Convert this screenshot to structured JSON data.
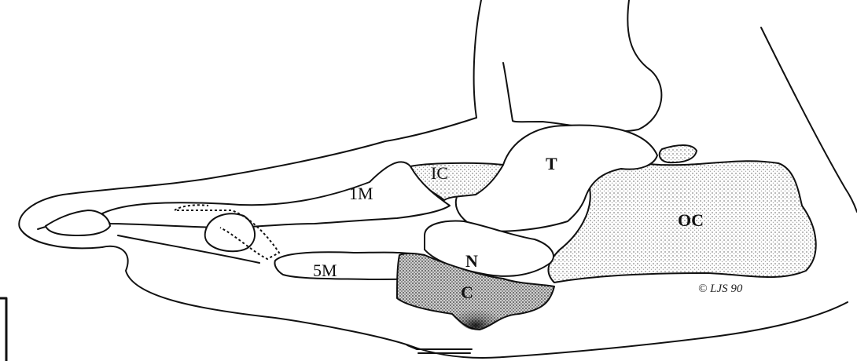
{
  "diagram": {
    "labels": {
      "intermediate_cuneiform": "IC",
      "talus": "T",
      "first_metatarsal": "1M",
      "os_calcis": "OC",
      "navicular": "N",
      "fifth_metatarsal": "5M",
      "cuboid": "C"
    },
    "credit": "© LJS 90"
  },
  "colors": {
    "ink": "#111111",
    "stipple": "#9a9a9a",
    "stipple_dark": "#4a4a4a"
  }
}
